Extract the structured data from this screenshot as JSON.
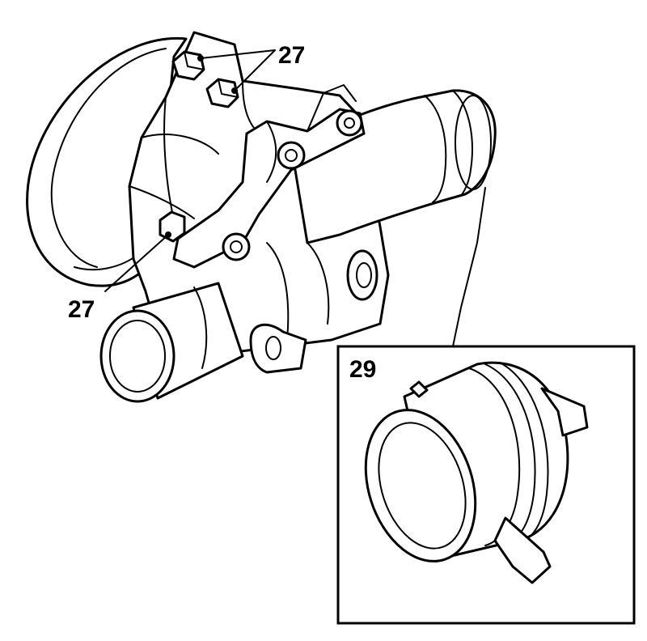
{
  "callouts": {
    "top_label": "27",
    "bottom_label": "27",
    "detail_label": "29"
  }
}
